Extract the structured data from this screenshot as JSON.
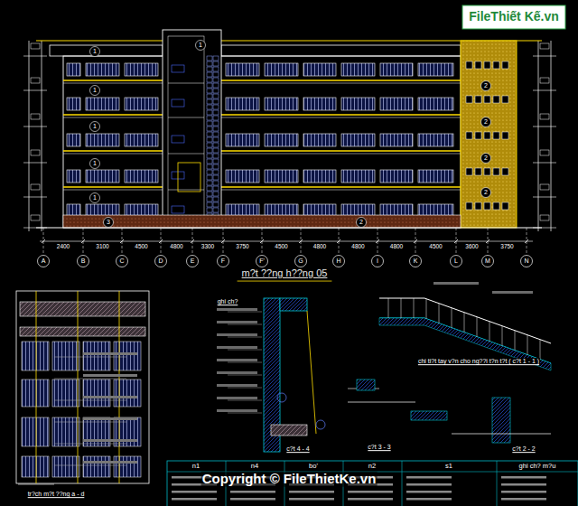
{
  "diagram": {
    "title": "m?t ??ng h??ng 05",
    "labels": [
      "FileThiết Kế.vn",
      "2400",
      "3100",
      "4500",
      "4800",
      "3300",
      "3750",
      "4500",
      "4800",
      "4800",
      "4800",
      "4500",
      "3600",
      "3750",
      "A",
      "B",
      "C",
      "D",
      "E",
      "F",
      "F'",
      "G",
      "H",
      "I",
      "K",
      "L",
      "M",
      "N",
      "1",
      "1",
      "1",
      "1",
      "1",
      "3",
      "1",
      "2",
      "2",
      "2",
      "2",
      "2",
      "ghi ch?",
      "chi ti?t tay v?n cho ng??i t?n t?t ( c?t 1 - 1 )",
      "c?t 4 - 4",
      "c?t 3 - 3",
      "c?t 2 - 2",
      "tr?ch m?t ??ng a - d",
      "n1",
      "n4",
      "bo'",
      "n2",
      "s1",
      "ghi ch? m?u",
      "Copyright © FileThietKe.vn"
    ]
  }
}
